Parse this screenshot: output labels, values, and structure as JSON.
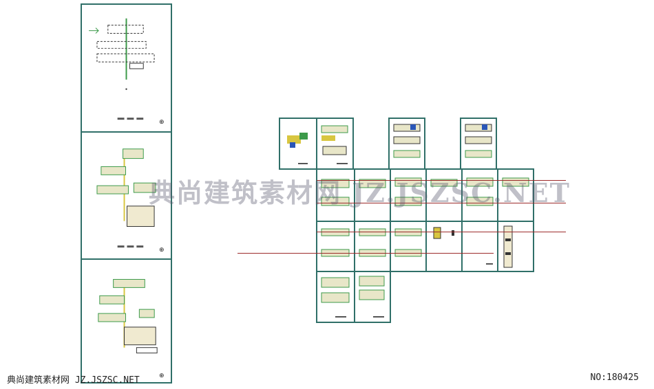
{
  "watermark": {
    "text": "典尚建筑素材网 JZ.JSZSC.NET"
  },
  "footer": {
    "site_label": "典尚建筑素材网 JZ.JSZSC.NET",
    "serial_label": "NO:180425"
  },
  "colors": {
    "frame": "#2f6f68",
    "red_guide": "#9c2a2a",
    "plan_green": "#3c9a4a",
    "plan_yellow": "#d8c640",
    "plan_blue": "#2a56b8",
    "plan_dark": "#333333"
  },
  "icons": [
    "north-arrow-icon",
    "section-marker-icon"
  ]
}
